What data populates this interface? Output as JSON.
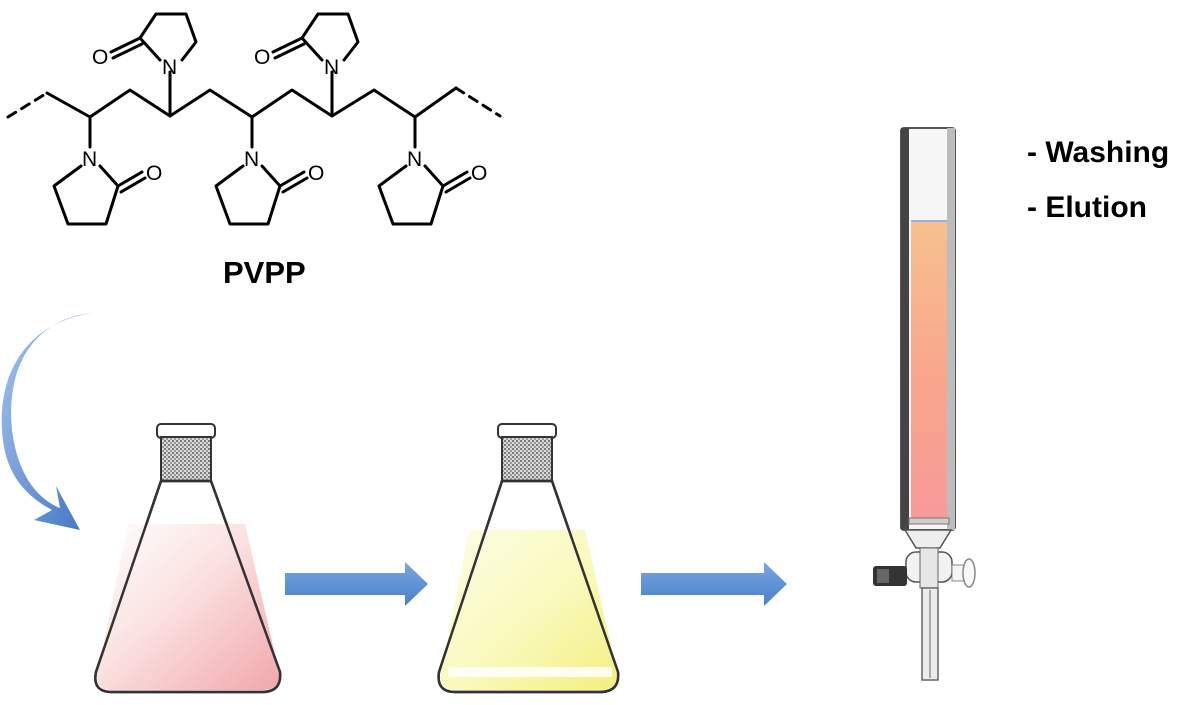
{
  "polymer": {
    "name": "PVPP",
    "atoms": {
      "nitrogen": "N",
      "oxygen": "O"
    }
  },
  "column_steps": [
    "- Washing",
    "- Elution"
  ],
  "colors": {
    "arrow": "#5b8fd6",
    "flask_pink": "#f1a7ab",
    "flask_yellow": "#f6f196",
    "column_top": "#f7c08f",
    "column_bottom": "#f79a9a"
  },
  "icons": {
    "curved_arrow": "curved-arrow-icon",
    "flask_1": "erlenmeyer-flask-icon",
    "flask_2": "erlenmeyer-flask-icon",
    "column": "chromatography-column-icon"
  }
}
